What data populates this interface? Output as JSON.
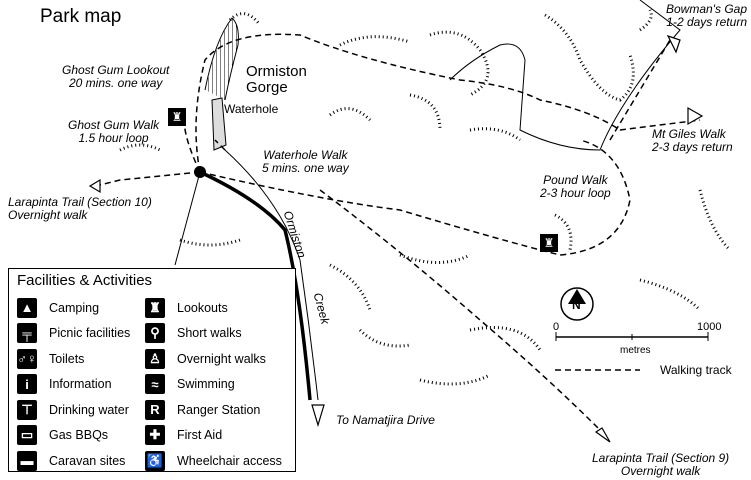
{
  "title": "Park map",
  "labels": {
    "bowmans_gap": [
      "Bowman's Gap",
      "1-2 days return"
    ],
    "mt_giles": [
      "Mt Giles Walk",
      "2-3 days return"
    ],
    "ormiston_gorge": [
      "Ormiston",
      "Gorge"
    ],
    "ghost_gum_lookout": [
      "Ghost Gum Lookout",
      "20 mins. one way"
    ],
    "ghost_gum_walk": [
      "Ghost Gum Walk",
      "1.5 hour loop"
    ],
    "waterhole": "Waterhole",
    "waterhole_walk": [
      "Waterhole Walk",
      "5 mins. one way"
    ],
    "larapinta_10": [
      "Larapinta Trail (Section 10)",
      "Overnight walk"
    ],
    "pound_walk": [
      "Pound Walk",
      "2-3 hour loop"
    ],
    "creek_1": "Ormiston",
    "creek_2": "Creek",
    "namatjira": "To Namatjira Drive",
    "larapinta_9": [
      "Larapinta Trail (Section 9)",
      "Overnight walk"
    ]
  },
  "compass": "N",
  "scale": {
    "start": "0",
    "end": "1000",
    "unit": "metres"
  },
  "track_legend": "Walking track",
  "legend": {
    "title": "Facilities & Activities",
    "left": [
      {
        "icon": "camping-icon",
        "glyph": "▲",
        "label": "Camping"
      },
      {
        "icon": "picnic-icon",
        "glyph": "╤",
        "label": "Picnic facilities"
      },
      {
        "icon": "toilets-icon",
        "glyph": "♂♀",
        "label": "Toilets"
      },
      {
        "icon": "information-icon",
        "glyph": "i",
        "label": "Information"
      },
      {
        "icon": "drinking-water-icon",
        "glyph": "⊤",
        "label": "Drinking water"
      },
      {
        "icon": "gas-bbq-icon",
        "glyph": "▭",
        "label": "Gas BBQs"
      },
      {
        "icon": "caravan-icon",
        "glyph": "▬",
        "label": "Caravan sites"
      }
    ],
    "right": [
      {
        "icon": "lookout-icon",
        "glyph": "♜",
        "label": "Lookouts"
      },
      {
        "icon": "short-walks-icon",
        "glyph": "⚲",
        "label": "Short walks"
      },
      {
        "icon": "overnight-walks-icon",
        "glyph": "♙",
        "label": "Overnight walks"
      },
      {
        "icon": "swimming-icon",
        "glyph": "≈",
        "label": "Swimming"
      },
      {
        "icon": "ranger-station-icon",
        "glyph": "R",
        "label": "Ranger Station"
      },
      {
        "icon": "first-aid-icon",
        "glyph": "✚",
        "label": "First Aid"
      },
      {
        "icon": "wheelchair-icon",
        "glyph": "♿",
        "label": "Wheelchair access"
      }
    ]
  }
}
